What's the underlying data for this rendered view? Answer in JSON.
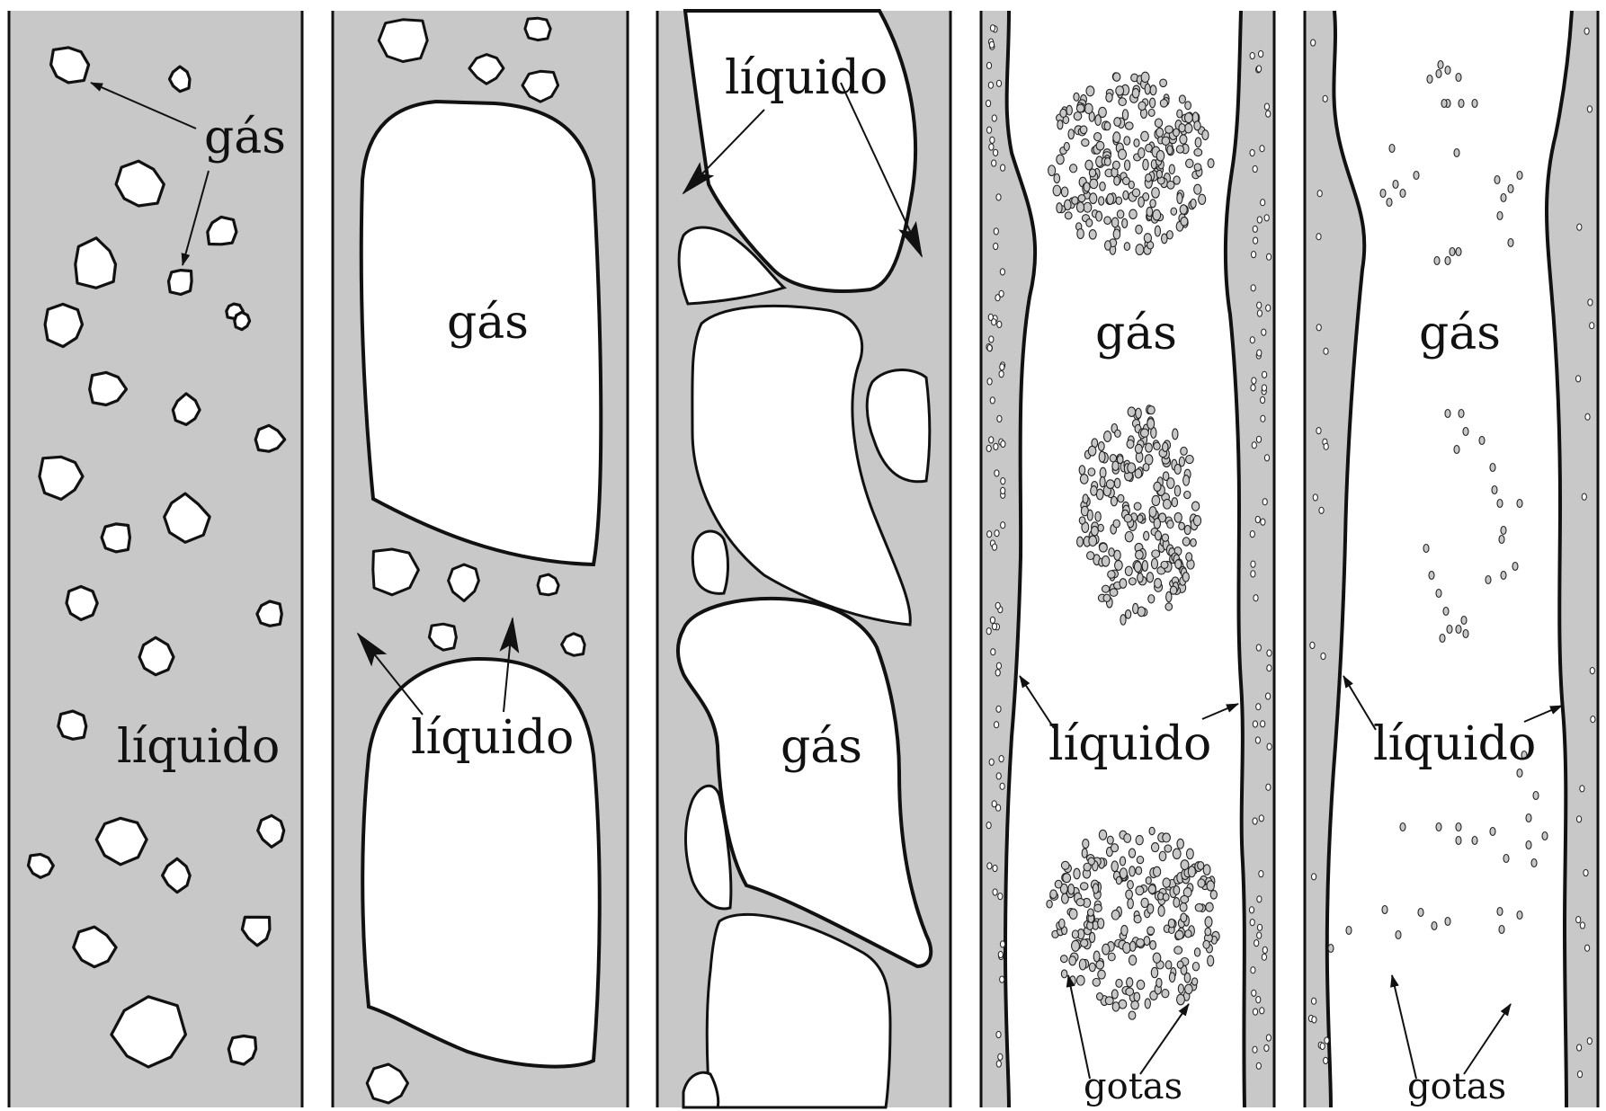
{
  "panels": [
    {
      "id": "bolhas",
      "labels": {
        "gas": "gás",
        "liquid": "líquido"
      }
    },
    {
      "id": "golfadas",
      "labels": {
        "gas": "gás",
        "liquid": "líquido"
      }
    },
    {
      "id": "agitado",
      "labels": {
        "gas": "gás",
        "liquid": "líquido"
      }
    },
    {
      "id": "anular-denso",
      "labels": {
        "gas": "gás",
        "liquid": "líquido",
        "drops": "gotas"
      }
    },
    {
      "id": "anular-disperso",
      "labels": {
        "gas": "gás",
        "liquid": "líquido",
        "drops": "gotas"
      }
    }
  ],
  "colors": {
    "liquid": "#c8c8c8",
    "gas": "#ffffff",
    "outline": "#111111"
  }
}
